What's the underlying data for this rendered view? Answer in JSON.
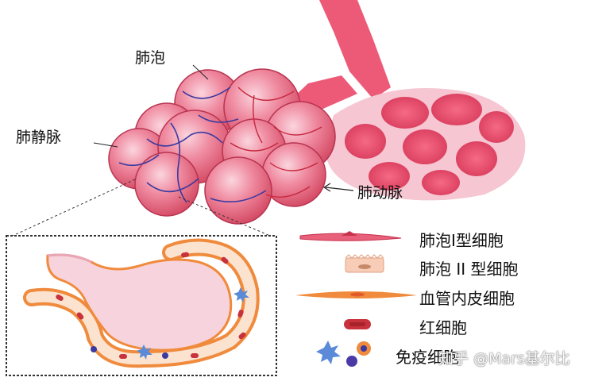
{
  "labels": {
    "alveolus": "肺泡",
    "pulmonary_vein": "肺静脉",
    "pulmonary_artery": "肺动脉"
  },
  "legend": [
    {
      "label": "肺泡I型细胞",
      "icon": "type1-cell-icon"
    },
    {
      "label": "肺泡 II 型细胞",
      "icon": "type2-cell-icon"
    },
    {
      "label": "血管内皮细胞",
      "icon": "endothelial-cell-icon"
    },
    {
      "label": "红细胞",
      "icon": "red-blood-cell-icon"
    },
    {
      "label": "免疫细胞",
      "icon": "immune-cells-icon"
    }
  ],
  "watermark": "知乎 @Mars基尔比",
  "colors": {
    "alveolus_fill": "#e8607a",
    "artery": "#ec5a78",
    "vein_lines": "#3a3aa0",
    "endothelium": "#f08a3c",
    "red_cell": "#c8323c",
    "alveolar_space": "#f7d4dd"
  }
}
